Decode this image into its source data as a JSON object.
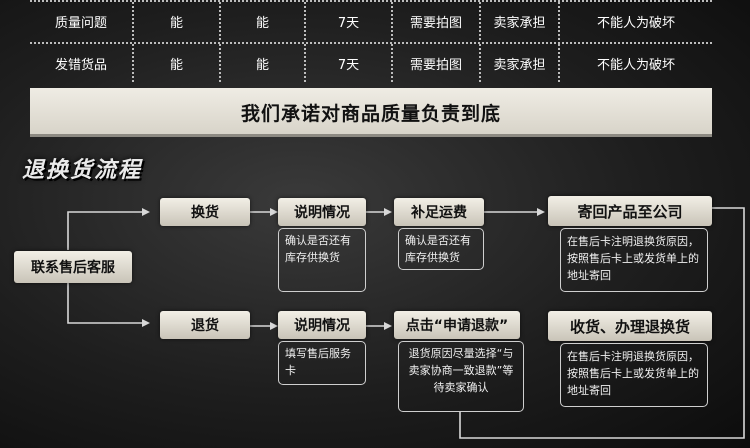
{
  "table": {
    "rows": [
      [
        "质量问题",
        "能",
        "能",
        "7天",
        "需要拍图",
        "卖家承担",
        "不能人为破坏"
      ],
      [
        "发错货品",
        "能",
        "能",
        "7天",
        "需要拍图",
        "卖家承担",
        "不能人为破坏"
      ]
    ],
    "promise": "我们承诺对商品质量负责到底"
  },
  "process": {
    "title": "退换货流程",
    "start": "联系售后客服",
    "exchange": {
      "label": "换货",
      "step1": "说明情况",
      "step1_desc": "确认是否还有库存供换货",
      "step2": "补足运费",
      "step2_desc": "确认是否还有库存供换货",
      "step3": "寄回产品至公司",
      "step3_desc": "在售后卡注明退换货原因，按照售后卡上或发货单上的地址寄回"
    },
    "return": {
      "label": "退货",
      "step1": "说明情况",
      "step1_desc": "填写售后服务卡",
      "step2": "点击“申请退款”",
      "step2_desc": "退货原因尽量选择“与卖家协商一致退款”等待卖家确认",
      "step3": "收货、办理退换货",
      "step3_desc": "在售后卡注明退换货原因，按照售后卡上或发货单上的地址寄回"
    }
  }
}
